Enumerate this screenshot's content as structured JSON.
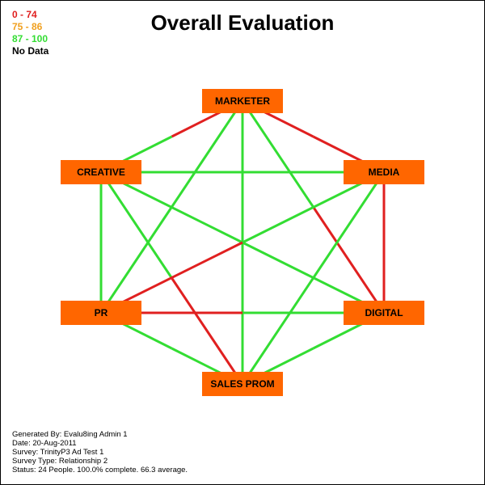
{
  "title": "Overall Evaluation",
  "legend": [
    {
      "label": "0 - 74",
      "color": "#e02020"
    },
    {
      "label": "75 - 86",
      "color": "#f0a020"
    },
    {
      "label": "87 - 100",
      "color": "#33dd33"
    },
    {
      "label": "No Data",
      "color": "#000000"
    }
  ],
  "node_color": "#ff6600",
  "nodes": [
    {
      "id": "marketer",
      "label": "MARKETER"
    },
    {
      "id": "creative",
      "label": "CREATIVE"
    },
    {
      "id": "media",
      "label": "MEDIA"
    },
    {
      "id": "pr",
      "label": "PR"
    },
    {
      "id": "digital",
      "label": "DIGITAL"
    },
    {
      "id": "sales_prom",
      "label": "SALES PROM"
    }
  ],
  "edge_colors": {
    "red": "#e02020",
    "green": "#33dd33"
  },
  "edges": [
    {
      "from": "marketer",
      "to": "creative",
      "from_color": "red",
      "to_color": "green"
    },
    {
      "from": "marketer",
      "to": "media",
      "from_color": "red",
      "to_color": "red"
    },
    {
      "from": "marketer",
      "to": "pr",
      "from_color": "green",
      "to_color": "green"
    },
    {
      "from": "marketer",
      "to": "digital",
      "from_color": "green",
      "to_color": "red"
    },
    {
      "from": "marketer",
      "to": "sales_prom",
      "from_color": "green",
      "to_color": "green"
    },
    {
      "from": "creative",
      "to": "media",
      "from_color": "green",
      "to_color": "green"
    },
    {
      "from": "creative",
      "to": "pr",
      "from_color": "green",
      "to_color": "green"
    },
    {
      "from": "creative",
      "to": "digital",
      "from_color": "green",
      "to_color": "green"
    },
    {
      "from": "creative",
      "to": "sales_prom",
      "from_color": "green",
      "to_color": "red"
    },
    {
      "from": "media",
      "to": "pr",
      "from_color": "green",
      "to_color": "red"
    },
    {
      "from": "media",
      "to": "digital",
      "from_color": "red",
      "to_color": "red"
    },
    {
      "from": "media",
      "to": "sales_prom",
      "from_color": "green",
      "to_color": "green"
    },
    {
      "from": "pr",
      "to": "digital",
      "from_color": "red",
      "to_color": "green"
    },
    {
      "from": "pr",
      "to": "sales_prom",
      "from_color": "green",
      "to_color": "green"
    },
    {
      "from": "digital",
      "to": "sales_prom",
      "from_color": "green",
      "to_color": "green"
    }
  ],
  "footer": {
    "generated_by": "Generated By: Evalu8ing Admin 1",
    "date": "Date: 20-Aug-2011",
    "survey": "Survey: TrinityP3 Ad Test 1",
    "survey_type": "Survey Type: Relationship 2",
    "status": "Status: 24 People. 100.0% complete. 66.3 average."
  }
}
